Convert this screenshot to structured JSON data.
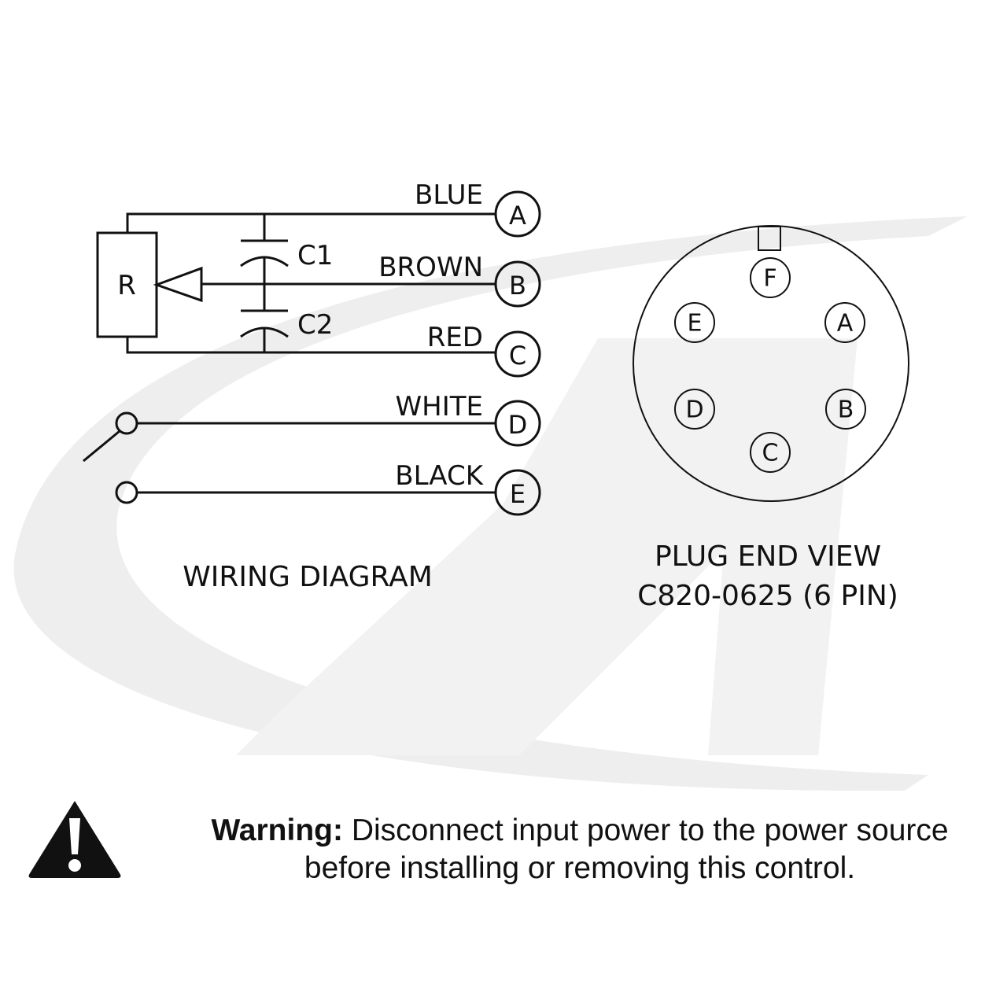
{
  "wiring": {
    "caption": "WIRING DIAGRAM",
    "resistor_label": "R",
    "capacitors": [
      "C1",
      "C2"
    ],
    "wires": [
      {
        "pin": "A",
        "color_name": "BLUE"
      },
      {
        "pin": "B",
        "color_name": "BROWN"
      },
      {
        "pin": "C",
        "color_name": "RED"
      },
      {
        "pin": "D",
        "color_name": "WHITE"
      },
      {
        "pin": "E",
        "color_name": "BLACK"
      }
    ]
  },
  "plug": {
    "caption_line1": "PLUG END VIEW",
    "caption_line2": "C820-0625 (6 PIN)",
    "pins": [
      "F",
      "E",
      "A",
      "D",
      "B",
      "C"
    ]
  },
  "warning": {
    "icon": "warning-triangle-icon",
    "label": "Warning:",
    "text_line1": "Disconnect input power to the power source",
    "text_line2": "before installing or removing this control."
  },
  "colors": {
    "ink": "#111111",
    "watermark": "#e8e8e8"
  }
}
